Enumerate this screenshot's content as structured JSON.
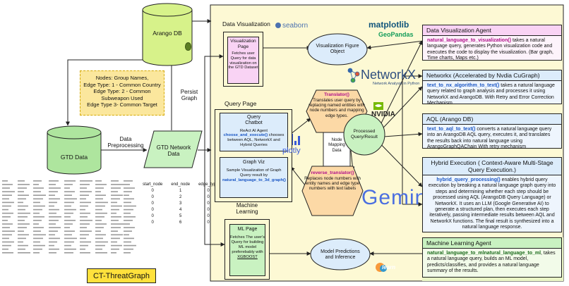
{
  "arango_db": {
    "label": "Arango DB"
  },
  "gtd_data": {
    "label": "GTD Data"
  },
  "persist_graph": {
    "label": "Persist\nGraph"
  },
  "data_preprocessing": {
    "label": "Data\nPreprocessing"
  },
  "gtd_network_data": {
    "label": "GTD Network\nData"
  },
  "legend_note": {
    "lines": [
      "Nodes: Group Names,",
      "Edge Type: 1 - Common Country",
      "Edge Type: 2 - Common",
      "Subweapon Used",
      "Edge Type 3- Common Target"
    ]
  },
  "edge_table": {
    "headers": [
      "start_node",
      "end_node",
      "edge_type"
    ],
    "rows": [
      [
        "0",
        "1",
        "0"
      ],
      [
        "0",
        "2",
        "0"
      ],
      [
        "0",
        "3",
        "0"
      ],
      [
        "0",
        "4",
        "0"
      ],
      [
        "0",
        "5",
        "0"
      ],
      [
        "0",
        "6",
        "0"
      ]
    ]
  },
  "title_badge": {
    "label": "CT-ThreatGraph"
  },
  "data_visualization": {
    "section_label": "Data Visualization",
    "page_title": "Visualization\nPage",
    "page_body": "Fetches user Query for data visualization on the GTD Dataset",
    "figure_object": "Visualization Figure\nObject"
  },
  "query_page": {
    "section_label": "Query Page",
    "chatbot_title": "Query\nChatbot",
    "chatbot_body_1": "ReAct AI Agent",
    "chatbot_fn": "choose_and_execute()",
    "chatbot_body_2": " chooses between AQL, NetworkX and Hybrid Queries",
    "graphviz_title": "Graph Viz",
    "graphviz_body": "Sample Visualization of Graph Query  result by",
    "graphviz_fn": "natural_language_to_3d_graph()"
  },
  "translator": {
    "fn": "Translator()",
    "body": "Translates user query by replacing named entities with node numbers and mapping edge types."
  },
  "reverse_translator": {
    "fn": "reverse_translator()",
    "body": "Replaces node numbers with entity names and edge type numbers with text labels"
  },
  "node_mapping": {
    "label": "Node\nMapping\nData"
  },
  "processed": {
    "label": "Processed\nQuery/Result"
  },
  "machine_learning": {
    "section_label": "Machine\nLearning",
    "page_title": "ML Page",
    "page_body": "Fetches The user's Query for building ML model preferebably with",
    "xgboost": "XGBOOST",
    "predictions": "Model Predictions\nand Inference"
  },
  "logos": {
    "seaborn": "seaborn",
    "matplotlib": "matplotlib",
    "geopandas": "GeoPandas",
    "networkx": "NetworkX",
    "networkx_sub": "Network Analysis in Python",
    "nvidia": "NVIDIA",
    "plotly": "plotly",
    "gemini": "Gemini",
    "learn": "learn"
  },
  "agents": {
    "viz": {
      "title": "Data Visualization Agent",
      "fn": "natural_language_to_visualization()",
      "body": " takes a natural language query, generates Python visualization code and executes the code to display the visualization. (Bar graph, Time charts, Maps etc.)"
    },
    "networkx": {
      "title": "Networkx (Accelerated by Nvdia CuGraph)",
      "fn": "text_to_nx_algorithm_to_text()",
      "body": " takes a natural language query related to graph analysis and processes it using NetworkX and ArangoDB. With Retry and Error Correction Mechanism"
    },
    "aql": {
      "title": "AQL (Arango DB)",
      "fn": "text_to_aql_to_text()",
      "body": " converts a natural language query into an ArangoDB AQL query, executes it, and translates the results back into natural language using ArangoGraphQAChain With retry mechanism"
    },
    "hybrid": {
      "title": "Hybrid Execution ( Context-Aware  Multi-Stage Query Execution.)",
      "fn": "hybrid_query_processing()",
      "body": " enables hybrid query execution by breaking a natural language graph query into steps and determining whether each step should be processed using AQL (ArangoDB Query Language) or NetworkX. It uses an LLM (Google Generative AI) to generate a structured plan, then executes each step iteratively, passing intermediate results between AQL and NetworkX functions. The final result is synthesized into a natural language response."
    },
    "ml": {
      "title": "Machine Learning Agent",
      "fn": "natural_language_to_mlnatural_language_to_ml",
      "body": ", takes a natural language query, builds an ML model, predicts/classifies, and provides a natural language summary of the results."
    }
  },
  "colors": {
    "cylinder_fill": "#d7f28a",
    "cylinder_green": "#aee59e",
    "note_fill": "#fbe79d",
    "panel_fill": "#fdf9d4",
    "pink_box": "#f9d3f4",
    "green_box": "#c9f2c1",
    "blue_box": "#dcecfb",
    "orange_hex": "#fcd9a6",
    "title_badge": "#ffe13c"
  }
}
